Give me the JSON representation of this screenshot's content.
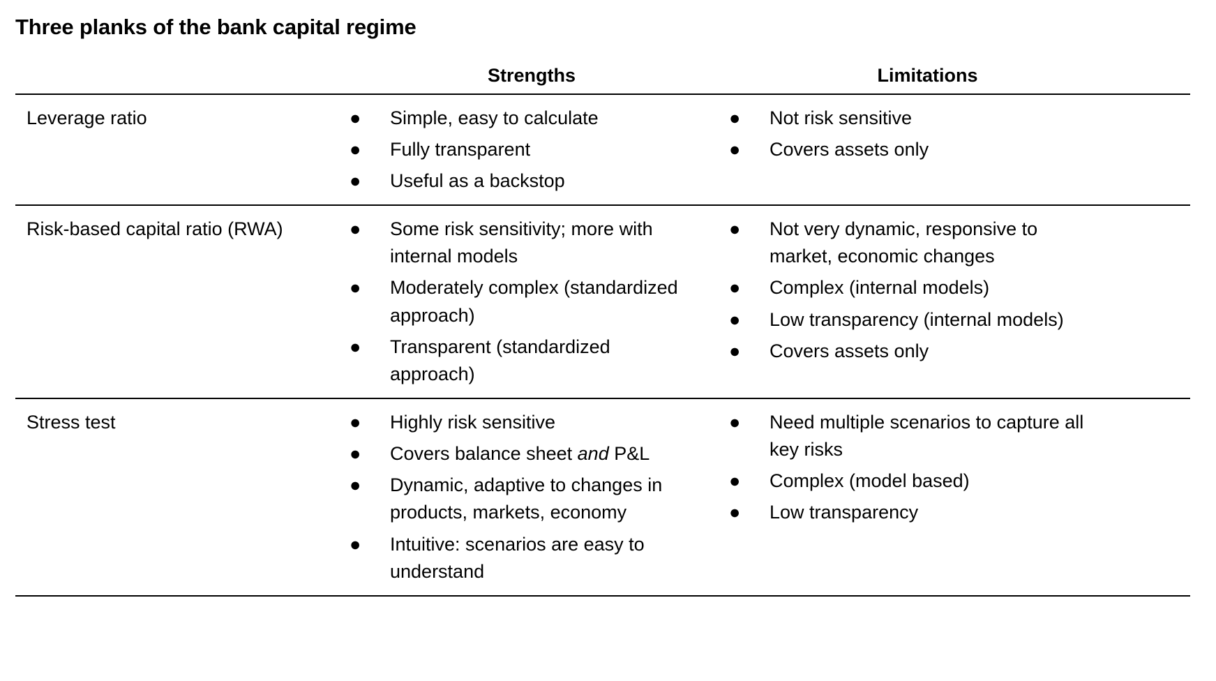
{
  "title": "Three planks of the bank capital regime",
  "columns": {
    "label_header": "",
    "strengths_header": "Strengths",
    "limitations_header": "Limitations"
  },
  "bullet_glyph": "●",
  "colors": {
    "text": "#000000",
    "background": "#ffffff",
    "rule": "#000000"
  },
  "rows": [
    {
      "label": "Leverage ratio",
      "strengths": [
        "Simple, easy to calculate",
        "Fully transparent",
        "Useful as a backstop"
      ],
      "limitations": [
        "Not risk sensitive",
        "Covers assets only"
      ]
    },
    {
      "label": "Risk-based capital ratio (RWA)",
      "strengths": [
        "Some risk sensitivity; more with internal models",
        "Moderately complex (standardized approach)",
        "Transparent (standardized approach)"
      ],
      "limitations": [
        "Not very dynamic, responsive to market, economic changes",
        "Complex (internal models)",
        "Low transparency (internal models)",
        "Covers assets only"
      ]
    },
    {
      "label": "Stress test",
      "strengths": [
        "Highly risk sensitive",
        "Covers balance sheet and P&L",
        "Dynamic, adaptive to changes in products, markets, economy",
        "Intuitive: scenarios are easy to understand"
      ],
      "strengths_italic_segments": {
        "1": "and"
      },
      "limitations": [
        "Need multiple scenarios to capture all key risks",
        "Complex (model based)",
        "Low transparency"
      ]
    }
  ]
}
